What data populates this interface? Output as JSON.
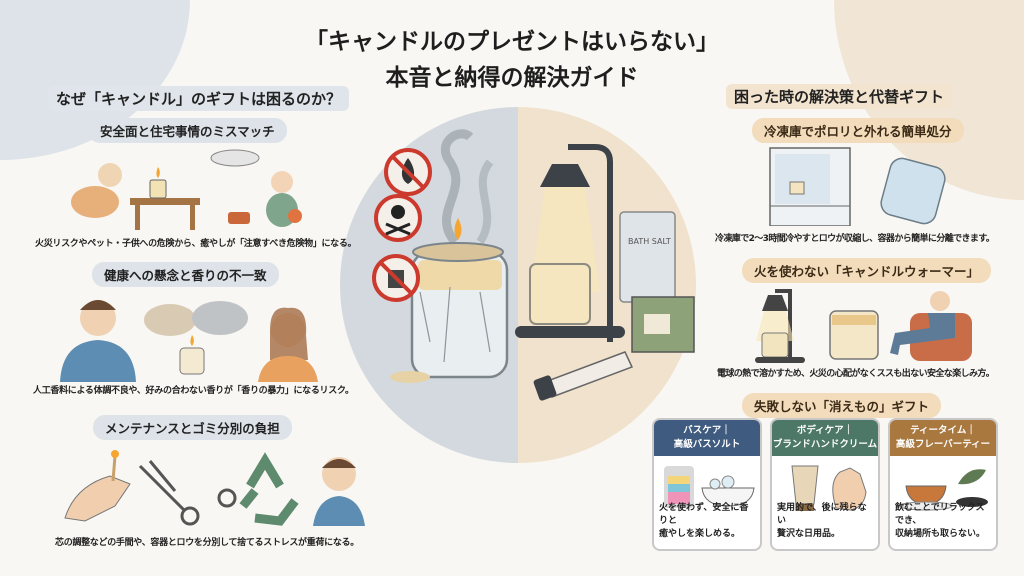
{
  "title": {
    "line1": "「キャンドルのプレゼントはいらない」",
    "line2": "本音と納得の解決ガイド"
  },
  "left": {
    "header": "なぜ「キャンドル」のギフトは困るのか？",
    "sections": [
      {
        "label": "安全面と住宅事情のミスマッチ",
        "caption": "火災リスクやペット・子供への危険から、癒やしが「注意すべき危険物」になる。"
      },
      {
        "label": "健康への懸念と香りの不一致",
        "caption": "人工香料による体調不良や、好みの合わない香りが「香りの暴力」になるリスク。"
      },
      {
        "label": "メンテナンスとゴミ分別の負担",
        "caption": "芯の調整などの手間や、容器とロウを分別して捨てるストレスが重荷になる。"
      }
    ]
  },
  "right": {
    "header": "困った時の解決策と代替ギフト",
    "sections": [
      {
        "label": "冷凍庫でポロリと外れる簡単処分",
        "caption": "冷凍庫で2〜3時間冷やすとロウが収縮し、容器から簡単に分離できます。"
      },
      {
        "label": "火を使わない「キャンドルウォーマー」",
        "caption": "電球の熱で溶かすため、火災の心配がなくススも出ない安全な楽しみ方。"
      },
      {
        "label": "失敗しない「消えもの」ギフト"
      }
    ],
    "cards": [
      {
        "line1": "バスケア｜",
        "line2": "高級バスソルト",
        "body1": "火を使わず、安全に香りと",
        "body2": "癒やしを楽しめる。",
        "color": "#3f5b7f"
      },
      {
        "line1": "ボディケア｜",
        "line2": "ブランドハンドクリーム",
        "body1": "実用的で、後に残らない",
        "body2": "贅沢な日用品。",
        "color": "#4d7868"
      },
      {
        "line1": "ティータイム｜",
        "line2": "高級フレーバーティー",
        "body1": "飲むことでリラックスでき、",
        "body2": "収納場所も取らない。",
        "color": "#a9783f"
      }
    ]
  },
  "center": {
    "bath_salt_label": "BATH SALT",
    "icons": [
      "no-fire-icon",
      "skull-crossbones-icon",
      "no-trash-icon"
    ]
  }
}
